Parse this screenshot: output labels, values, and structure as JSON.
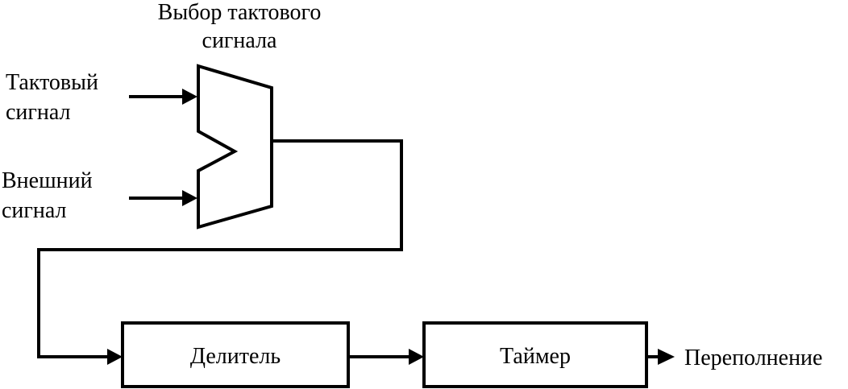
{
  "diagram": {
    "mux_title_line1": "Выбор тактового",
    "mux_title_line2": "сигнала",
    "input_clock_line1": "Тактовый",
    "input_clock_line2": "сигнал",
    "input_external_line1": "Внешний",
    "input_external_line2": "сигнал",
    "divider_label": "Делитель",
    "timer_label": "Таймер",
    "overflow_label": "Переполнение"
  }
}
